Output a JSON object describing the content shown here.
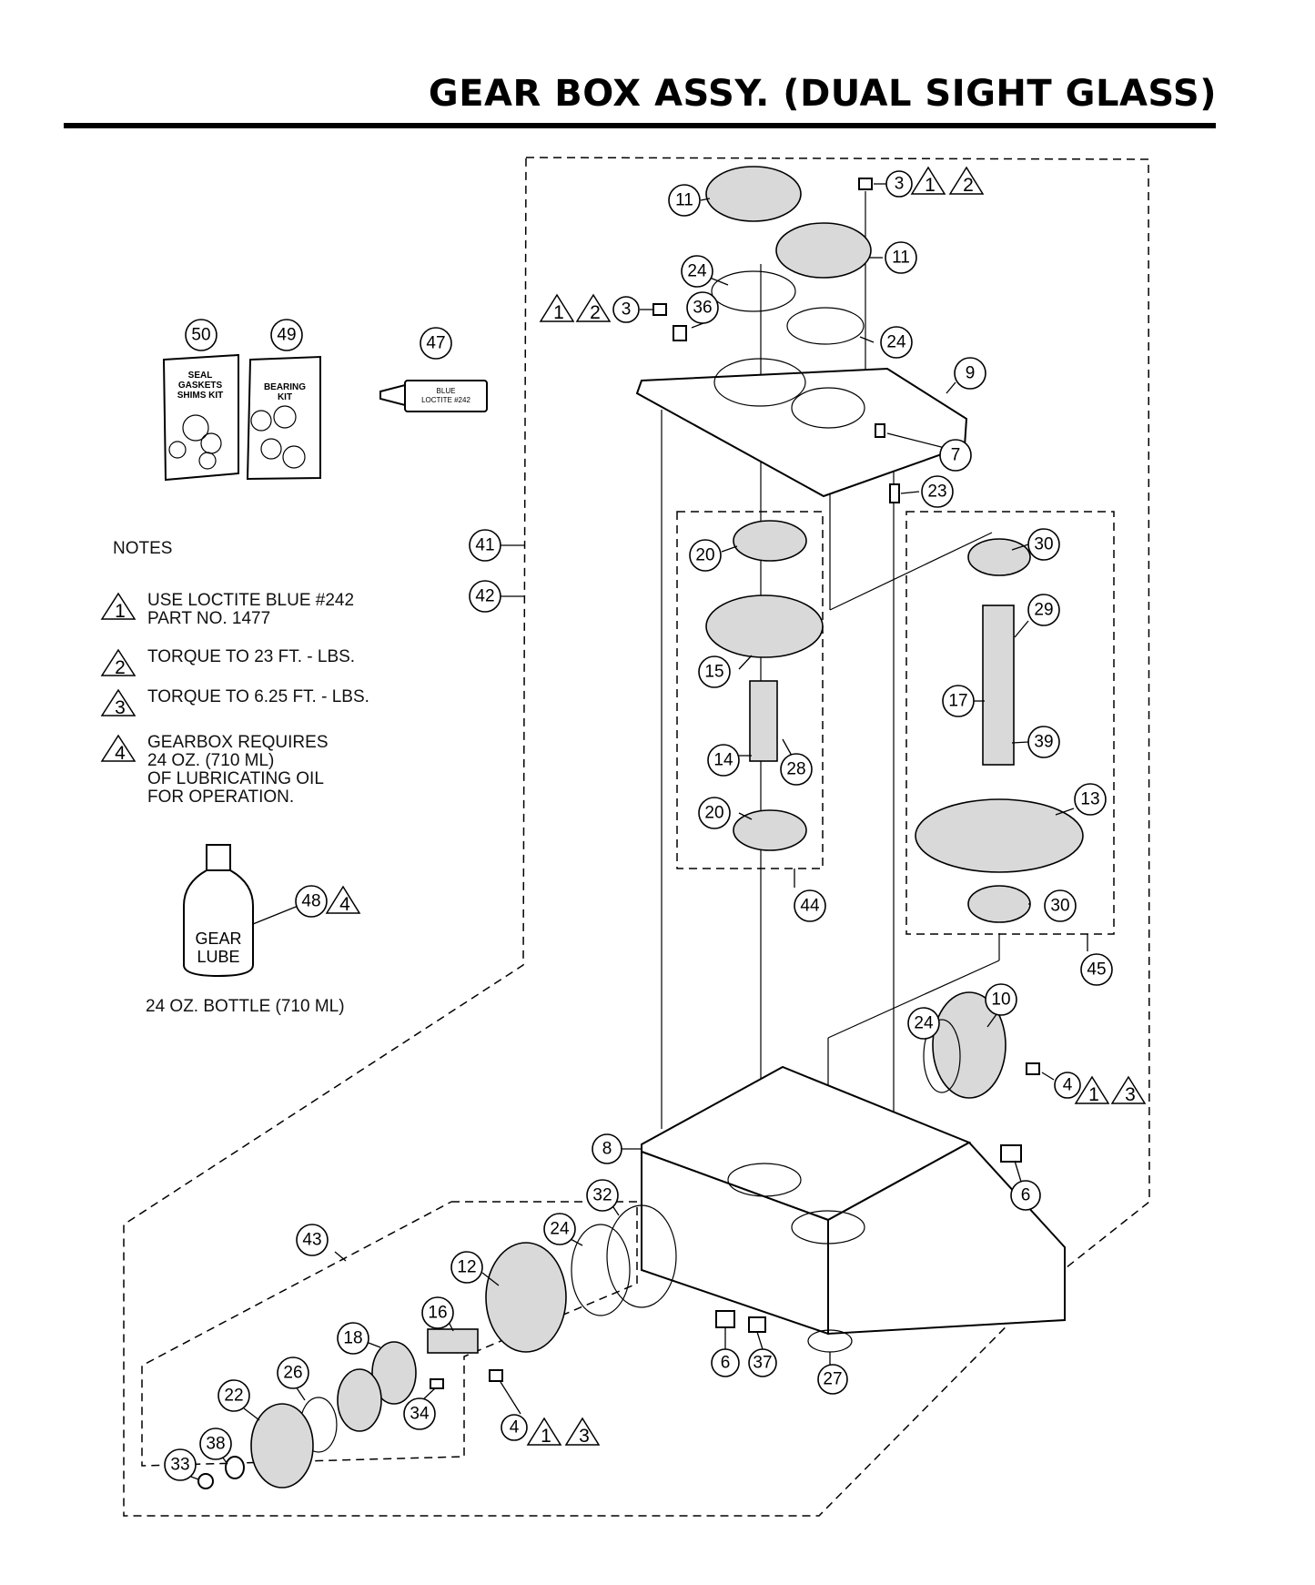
{
  "title": "GEAR BOX ASSY. (DUAL SIGHT GLASS)",
  "notes": {
    "heading": "NOTES",
    "items": [
      {
        "symbol": "1",
        "text": "USE LOCTITE BLUE #242\nPART NO. 1477"
      },
      {
        "symbol": "2",
        "text": "TORQUE TO 23 FT. - LBS."
      },
      {
        "symbol": "3",
        "text": "TORQUE TO 6.25 FT. - LBS."
      },
      {
        "symbol": "4",
        "text": "GEARBOX REQUIRES\n24 OZ. (710 ML)\nOF LUBRICATING OIL\nFOR OPERATION."
      }
    ]
  },
  "kits": {
    "seal_kit_line1": "SEAL",
    "seal_kit_line2": "GASKETS",
    "seal_kit_line3": "SHIMS KIT",
    "bearing_kit_line1": "BEARING",
    "bearing_kit_line2": "KIT"
  },
  "loctite_tube": {
    "line1": "BLUE",
    "line2": "LOCTITE #242"
  },
  "bottle": {
    "label_line1": "GEAR",
    "label_line2": "LUBE",
    "caption": "24 OZ. BOTTLE (710 ML)"
  },
  "callouts": [
    {
      "id": "11a",
      "label": "11"
    },
    {
      "id": "3a",
      "label": "3"
    },
    {
      "id": "11b",
      "label": "11"
    },
    {
      "id": "24a",
      "label": "24"
    },
    {
      "id": "3b",
      "label": "3"
    },
    {
      "id": "36",
      "label": "36"
    },
    {
      "id": "24b",
      "label": "24"
    },
    {
      "id": "9",
      "label": "9"
    },
    {
      "id": "50",
      "label": "50"
    },
    {
      "id": "49",
      "label": "49"
    },
    {
      "id": "47",
      "label": "47"
    },
    {
      "id": "7",
      "label": "7"
    },
    {
      "id": "23",
      "label": "23"
    },
    {
      "id": "41",
      "label": "41"
    },
    {
      "id": "42",
      "label": "42"
    },
    {
      "id": "20a",
      "label": "20"
    },
    {
      "id": "30a",
      "label": "30"
    },
    {
      "id": "29",
      "label": "29"
    },
    {
      "id": "15",
      "label": "15"
    },
    {
      "id": "17",
      "label": "17"
    },
    {
      "id": "14",
      "label": "14"
    },
    {
      "id": "28",
      "label": "28"
    },
    {
      "id": "39",
      "label": "39"
    },
    {
      "id": "13",
      "label": "13"
    },
    {
      "id": "20b",
      "label": "20"
    },
    {
      "id": "48",
      "label": "48"
    },
    {
      "id": "44",
      "label": "44"
    },
    {
      "id": "30b",
      "label": "30"
    },
    {
      "id": "45",
      "label": "45"
    },
    {
      "id": "10",
      "label": "10"
    },
    {
      "id": "24c",
      "label": "24"
    },
    {
      "id": "4a",
      "label": "4"
    },
    {
      "id": "8",
      "label": "8"
    },
    {
      "id": "6a",
      "label": "6"
    },
    {
      "id": "32",
      "label": "32"
    },
    {
      "id": "24d",
      "label": "24"
    },
    {
      "id": "43",
      "label": "43"
    },
    {
      "id": "12",
      "label": "12"
    },
    {
      "id": "16",
      "label": "16"
    },
    {
      "id": "18",
      "label": "18"
    },
    {
      "id": "6b",
      "label": "6"
    },
    {
      "id": "37",
      "label": "37"
    },
    {
      "id": "27",
      "label": "27"
    },
    {
      "id": "26",
      "label": "26"
    },
    {
      "id": "4b",
      "label": "4"
    },
    {
      "id": "22",
      "label": "22"
    },
    {
      "id": "34",
      "label": "34"
    },
    {
      "id": "38",
      "label": "38"
    },
    {
      "id": "33",
      "label": "33"
    }
  ],
  "note_markers": [
    {
      "id": "m-3a-1",
      "label": "1"
    },
    {
      "id": "m-3a-2",
      "label": "2"
    },
    {
      "id": "m-3b-1",
      "label": "1"
    },
    {
      "id": "m-3b-2",
      "label": "2"
    },
    {
      "id": "m-48-4",
      "label": "4"
    },
    {
      "id": "m-4a-1",
      "label": "1"
    },
    {
      "id": "m-4a-3",
      "label": "3"
    },
    {
      "id": "m-4b-1",
      "label": "1"
    },
    {
      "id": "m-4b-3",
      "label": "3"
    }
  ]
}
